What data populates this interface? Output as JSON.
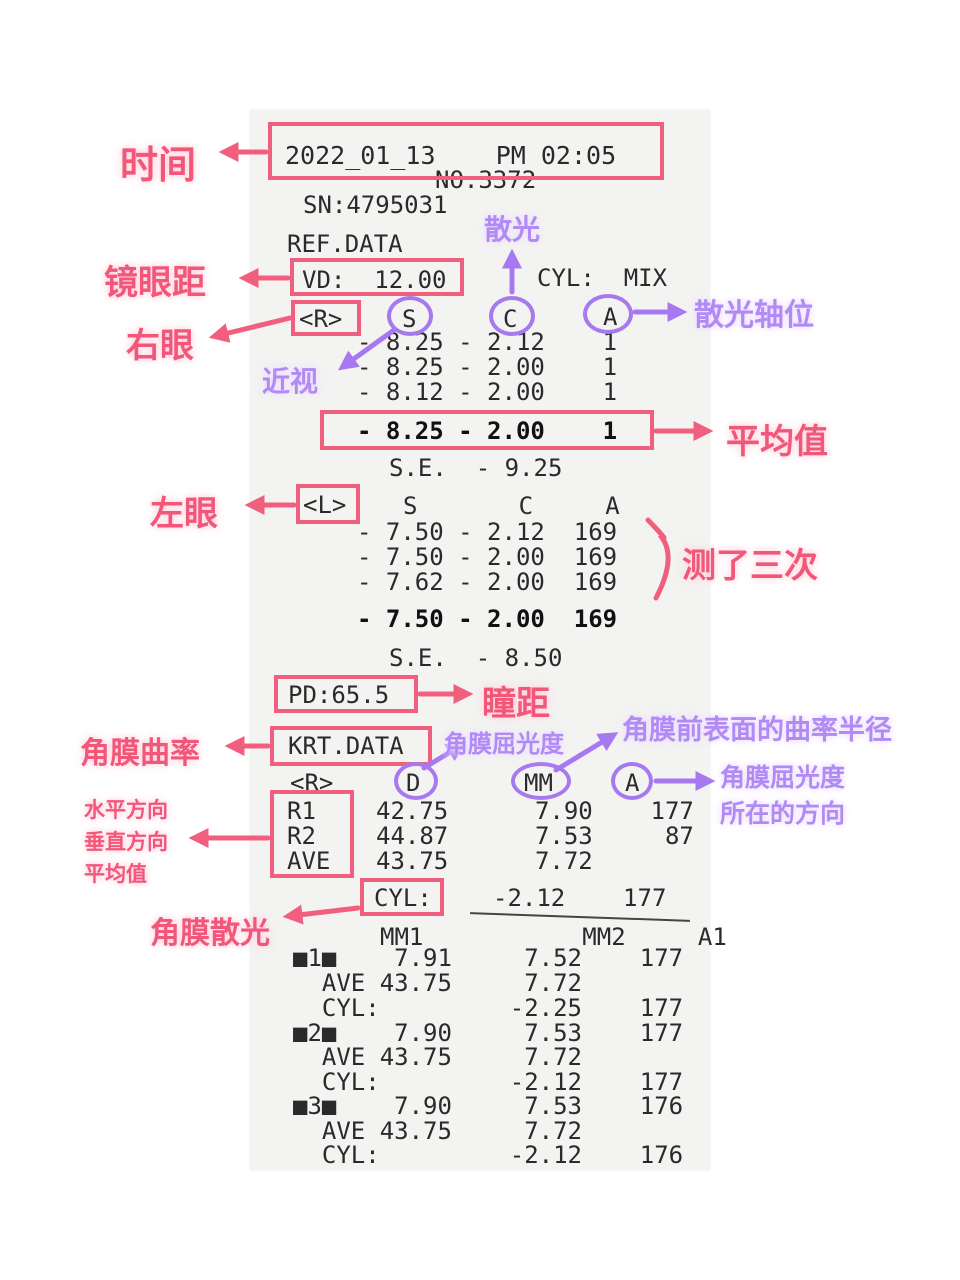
{
  "receipt": {
    "datetime": "2022_01_13    PM 02:05",
    "no": "NO.3372",
    "sn": "SN:4795031",
    "ref_header": "REF.DATA",
    "vd": "VD:  12.00",
    "cyl_mode": "CYL:  MIX",
    "right_eye": "<R>",
    "col_s": "S",
    "col_c": "C",
    "col_a": "A",
    "r_rows": [
      "- 8.25 - 2.12    1",
      "- 8.25 - 2.00    1",
      "- 8.12 - 2.00    1"
    ],
    "r_avg": "- 8.25 - 2.00    1",
    "r_se": "S.E.  - 9.25",
    "left_eye": "<L>",
    "l_header": "S       C     A",
    "l_rows": [
      "- 7.50 - 2.12  169",
      "- 7.50 - 2.00  169",
      "- 7.62 - 2.00  169"
    ],
    "l_avg": "- 7.50 - 2.00  169",
    "l_se": "S.E.  - 8.50",
    "pd": "PD:65.5",
    "krt_header": "KRT.DATA",
    "krt_r": "<R>",
    "krt_d": "D",
    "krt_mm": "MM",
    "krt_a": "A",
    "krt_labels": [
      "R1",
      "R2",
      "AVE"
    ],
    "krt_vals": [
      "42.75      7.90    177",
      "44.87      7.53     87",
      "43.75      7.72"
    ],
    "krt_cyl": "CYL:",
    "krt_cyl_val": "-2.12    177",
    "mm_header": "MM1           MM2     A1",
    "lines": [
      "■1■    7.91     7.52    177",
      "  AVE 43.75     7.72",
      "  CYL:         -2.25    177",
      "■2■    7.90     7.53    177",
      "  AVE 43.75     7.72",
      "  CYL:         -2.12    177",
      "■3■    7.90     7.53    176",
      "  AVE 43.75     7.72",
      "  CYL:         -2.12    176"
    ]
  },
  "annotations": {
    "time": "时间",
    "vd": "镜眼距",
    "right_eye": "右眼",
    "myopia": "近视",
    "astig": "散光",
    "axis": "散光轴位",
    "average": "平均值",
    "left_eye": "左眼",
    "three_times": "测了三次",
    "pd": "瞳距",
    "curvature": "角膜曲率",
    "refractive_power": "角膜屈光度",
    "radius": "角膜前表面的曲率半径",
    "direction_line1": "角膜屈光度",
    "direction_line2": "所在的方向",
    "hv_line1": "水平方向",
    "hv_line2": "垂直方向",
    "hv_line3": "平均值",
    "corneal_astig": "角膜散光"
  },
  "colors": {
    "pink": "#f0607e",
    "purple": "#a779f1"
  }
}
